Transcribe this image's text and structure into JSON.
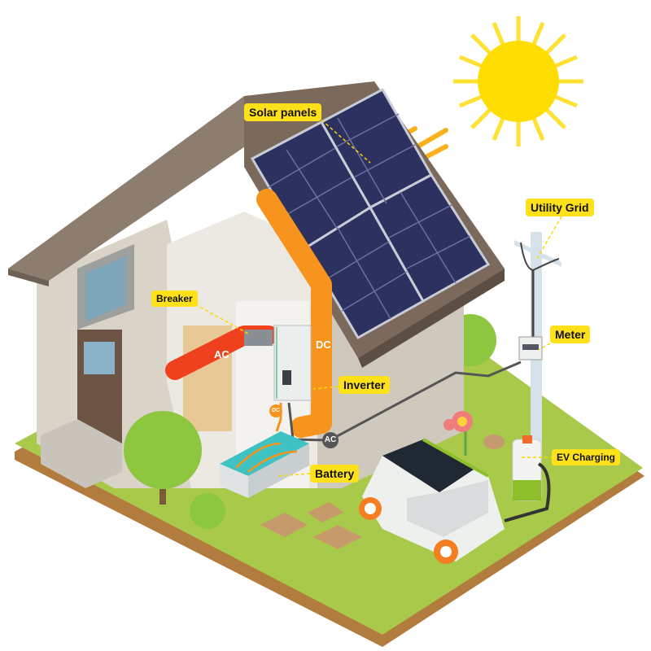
{
  "labels": {
    "solar_panels": "Solar panels",
    "utility_grid": "Utility Grid",
    "breaker": "Breaker",
    "meter": "Meter",
    "inverter": "Inverter",
    "battery": "Battery",
    "ev_charging": "EV Charging"
  },
  "flows": {
    "ac_pipe": "AC",
    "dc_pipe": "DC",
    "dc_battery": "DC",
    "ac_grid": "AC"
  },
  "colors": {
    "label_bg": "#ffe11a",
    "dc_pipe": "#f7941d",
    "ac_pipe": "#f0411e",
    "grass": "#a9c94b",
    "sun": "#ffe033"
  }
}
